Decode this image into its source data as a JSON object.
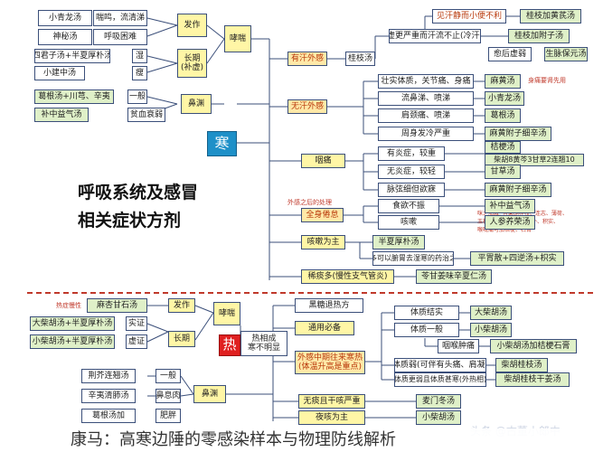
{
  "title": [
    "呼吸系统及感冒",
    "相关症状方剂"
  ],
  "footer": "康马：高寒边陲的零感染样本与物理防线解析",
  "watermark": "头条 @古董小郎中",
  "cold": {
    "root": "寒",
    "fa_zuo": "发作",
    "chang_qi": "长期\n(补虚)",
    "xiao_chuan": "哮喘",
    "bi_yuan": "鼻渊",
    "xiao_qinglong": "小青龙汤",
    "shen_mi": "神秘汤",
    "xiao_ming": "喘鸣，流清涕",
    "hu_xi": "呼吸困难",
    "sijunzi": "四君子汤+半夏厚朴汤",
    "shi": "湿",
    "xiao_jianzhong": "小建中汤",
    "shou": "瘦",
    "gegen_chuanxiong": "葛根汤+川芎、辛夷",
    "yi_ban": "一般",
    "buzhong": "补中益气汤",
    "pin_xue": "贫血衰弱",
    "you_han": "有汗外感",
    "guizhi_tang": "桂枝汤",
    "jian_han": "见汗静而小便不利",
    "guizhi_huangqi": "桂枝加黄芪汤",
    "xu_yang": "虚更严重而汗流不止(冷汗)",
    "guizhi_fuzi": "桂枝加附子汤",
    "yu_hou": "愈后虚弱",
    "shengmai": "生脉保元汤",
    "wu_han": "无汗外感",
    "shi_ti": "壮实体质，关节痛、身痛",
    "mahuang": "麻黄汤",
    "liu_bi": "流鼻涕、喷涕",
    "xiao_qinglong2": "小青龙汤",
    "jian_bei": "肩颈痛、喷涕",
    "gegen": "葛根汤",
    "zhou_shen": "周身发冷严重",
    "mahuang_fuzi": "麻黄附子细辛汤",
    "hou_tong": "咽痛",
    "you_yan": "有炎症，较重",
    "jiegeng": "桔梗汤",
    "chaihu": "柴胡8黄芩3甘草2连翘10",
    "wu_yan": "无炎症，较轻",
    "gancao": "甘草汤",
    "mai_xi": "脉弦细但欲寐",
    "mahuang_fuzi2": "麻黄附子细辛汤",
    "note_after": "外感之后的处理",
    "quan_shen": "全身倦怠",
    "shiyu": "食欲不振",
    "buzhong2": "补中益气汤",
    "ke_sou": "咳嗽",
    "renshen": "人参养荣汤",
    "ke_sou_main": "咳嗽为主",
    "banxia": "半夏厚朴汤",
    "duo_ke": "多可以腑胃去湿寒的药治之",
    "pingwei": "平胃散+四逆汤+枳实",
    "xi_tan": "稀痰多(慢性支气管炎)",
    "ling_gan": "苓甘姜味辛夏仁汤",
    "note_bi": "身痛要肾先用",
    "note_chai": "咪之加减: 有柴胡桂枝、连志、薄荷、\n玉枝加竹茹、甚可用厚朴、积实、\n喉咙痛可加桔梗、石膏"
  },
  "heat": {
    "root": "热",
    "note_chronic": "热症慢性",
    "maxing": "麻杏甘石汤",
    "fa_zuo": "发作",
    "xiao_chuan": "哮喘",
    "dachaihu": "大柴胡汤+半夏厚朴汤",
    "shi_zheng": "实证",
    "xiaochaihu": "小柴胡汤+半夏厚朴汤",
    "xu_zheng": "虚证",
    "chang_qi": "长期",
    "re_jiao": "热相成\n寒不明显",
    "hei_tang": "黑糖退热方",
    "tong_yong": "通用必备",
    "wai_gan": "外感中期往来寒热\n(体温升高是重点)",
    "ti_zhi": "体质结实",
    "dachaihu_t": "大柴胡汤",
    "ti_yiban": "体质一般",
    "xiaochaihu_t": "小柴胡汤",
    "yan_hou": "咽喉肿痛",
    "xiaochaihu_jg": "小柴胡汤加桔梗石膏",
    "ti_ruo": "体质弱(可伴有头痛、肩凝)",
    "chaihu_gz": "柴胡桂枝汤",
    "geng_ruo": "体质更弱且体质甚寒(外热相)",
    "chaihu_ggj": "柴胡桂枝干姜汤",
    "jingjie": "荆芥连翘汤",
    "yi_ban": "一般",
    "xinyi": "辛夷清肺汤",
    "bi_xi": "鼻息肉",
    "bi_yuan": "鼻渊",
    "gegen_tang": "葛根汤加",
    "fei_pang": "肥胖",
    "wu_han": "无痰且干咳严重",
    "maimen": "麦门冬汤",
    "ye_sou": "夜咳为主",
    "xiao_chaihu_last": "小柴胡汤"
  }
}
